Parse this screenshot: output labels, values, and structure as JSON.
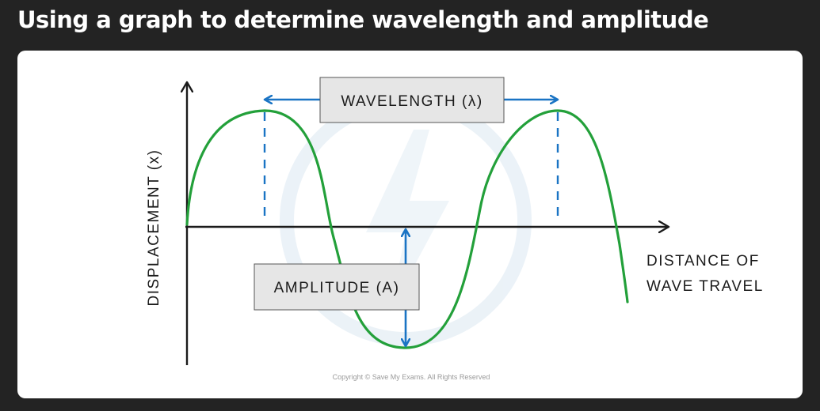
{
  "page": {
    "title": "Using a graph to determine wavelength and amplitude"
  },
  "diagram": {
    "y_axis_label": "DISPLACEMENT (x)",
    "x_axis_label_line1": "DISTANCE OF",
    "x_axis_label_line2": "WAVE TRAVEL",
    "wavelength_label": "WAVELENGTH (λ)",
    "amplitude_label": "AMPLITUDE (A)",
    "copyright": "Copyright © Save My Exams. All Rights Reserved"
  },
  "colors": {
    "wave": "#23a03a",
    "arrow": "#1a74c4",
    "axis": "#1b1b1b",
    "label_box": "#e6e6e6",
    "watermark": "#e9f1f7"
  }
}
